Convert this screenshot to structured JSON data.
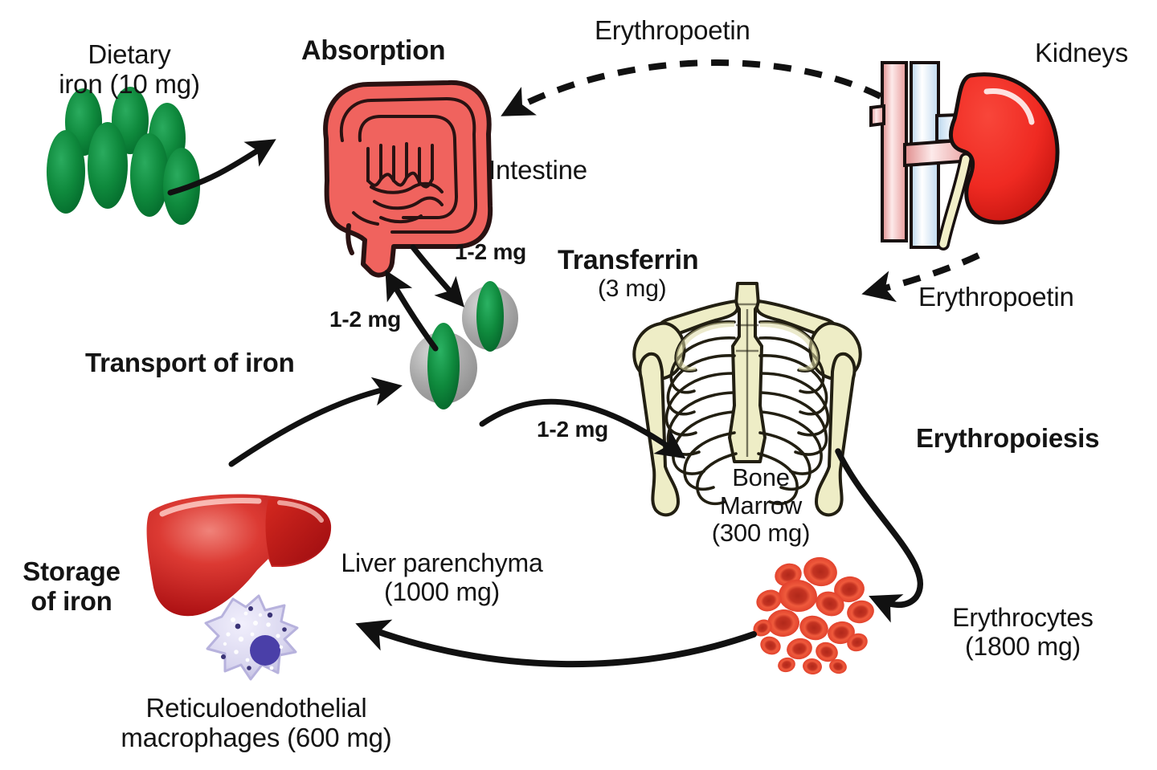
{
  "diagram": {
    "title": "Iron metabolism and erythropoiesis cycle",
    "colors": {
      "iron_capsule_green": "#0f8a3d",
      "intestine_red": "#f0635e",
      "kidney_red": "#ef2a22",
      "bone_cream": "#ecebc4",
      "liver_red": "#cf1e1e",
      "erythrocyte_red": "#e0402c",
      "macrophage_lilac": "#d9d6ef",
      "macrophage_nucleus": "#4a3fa8",
      "arrow_black": "#111111",
      "vein_blue": "#dceaf7",
      "artery_pink": "#f3b6b6"
    }
  },
  "labels": {
    "dietary_iron": "Dietary\niron (10 mg)",
    "absorption": "Absorption",
    "erythropoietin_top": "Erythropoetin",
    "kidneys": "Kidneys",
    "intestine": "Intestine",
    "erythropoietin_right": "Erythropoetin",
    "transferrin": "Transferrin",
    "transferrin_amount": "(3 mg)",
    "transport_of_iron": "Transport of iron",
    "erythropoiesis": "Erythropoiesis",
    "bone_marrow": "Bone\nMarrow\n(300 mg)",
    "storage_of_iron": "Storage\nof iron",
    "liver_parenchyma": "Liver parenchyma\n(1000 mg)",
    "erythrocytes": "Erythrocytes\n(1800 mg)",
    "reticuloendothelial": "Reticuloendothelial\nmacrophages (600 mg)"
  },
  "flow_amounts": {
    "intestine_to_transferrin": "1-2 mg",
    "transferrin_to_intestine": "1-2 mg",
    "transferrin_to_marrow": "1-2 mg"
  },
  "compartments": [
    {
      "name": "Dietary iron",
      "amount": "10 mg"
    },
    {
      "name": "Transferrin",
      "amount": "3 mg"
    },
    {
      "name": "Bone Marrow",
      "amount": "300 mg"
    },
    {
      "name": "Liver parenchyma",
      "amount": "1000 mg"
    },
    {
      "name": "Reticuloendothelial macrophages",
      "amount": "600 mg"
    },
    {
      "name": "Erythrocytes",
      "amount": "1800 mg"
    }
  ],
  "flows": [
    {
      "from": "Dietary iron",
      "to": "Intestine",
      "label": "",
      "style": "solid"
    },
    {
      "from": "Intestine",
      "to": "Transferrin",
      "label": "1-2 mg",
      "style": "solid"
    },
    {
      "from": "Transferrin",
      "to": "Intestine",
      "label": "1-2 mg",
      "style": "solid"
    },
    {
      "from": "Transferrin",
      "to": "Bone Marrow",
      "label": "1-2 mg",
      "style": "solid"
    },
    {
      "from": "Storage of iron",
      "to": "Transferrin",
      "label": "",
      "style": "solid"
    },
    {
      "from": "Bone Marrow",
      "to": "Erythrocytes",
      "label": "",
      "style": "solid"
    },
    {
      "from": "Erythrocytes",
      "to": "Storage of iron",
      "label": "",
      "style": "solid"
    },
    {
      "from": "Kidneys",
      "to": "Intestine",
      "label": "Erythropoetin",
      "style": "dashed"
    },
    {
      "from": "Kidneys",
      "to": "Bone Marrow",
      "label": "Erythropoetin",
      "style": "dashed"
    }
  ]
}
